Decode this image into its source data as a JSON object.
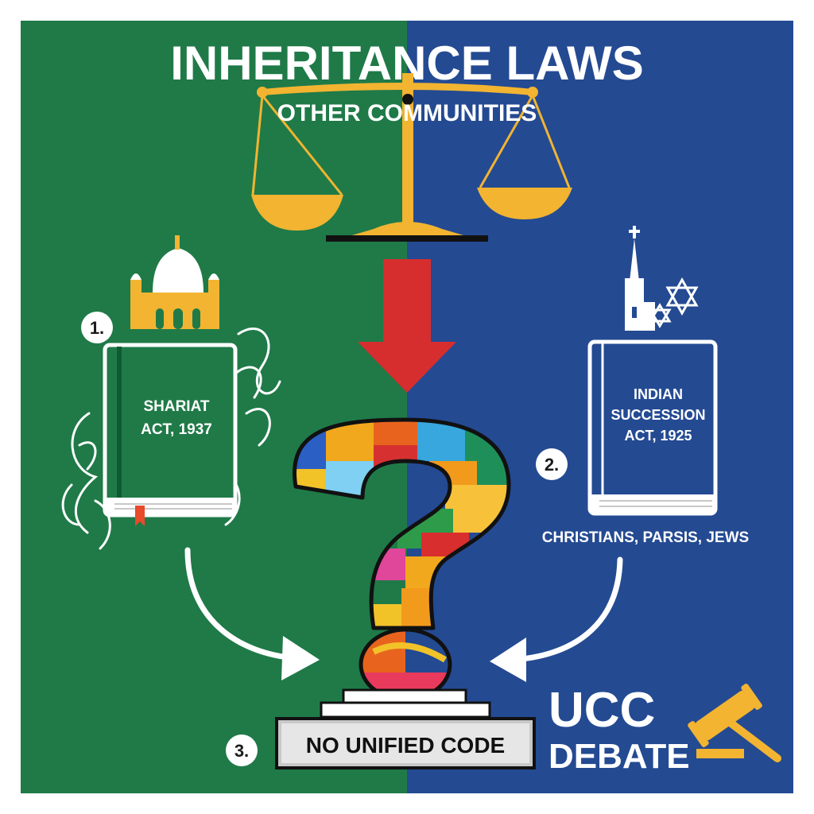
{
  "header": {
    "title": "INHERITANCE LAWS",
    "subtitle": "OTHER COMMUNITIES"
  },
  "left": {
    "number": "1.",
    "book_line1": "SHARIAT",
    "book_line2": "ACT, 1937",
    "icons": [
      "mosque-icon",
      "crescent-icon",
      "calligraphy-ornament"
    ]
  },
  "right": {
    "number": "2.",
    "book_line1": "INDIAN",
    "book_line2": "SUCCESSION",
    "book_line3": "ACT, 1925",
    "communities": "CHRISTIANS, PARSIS, JEWS",
    "icons": [
      "church-icon",
      "cross-icon",
      "star-of-david-icon"
    ]
  },
  "center": {
    "number": "3.",
    "plaque": "NO UNIFIED CODE",
    "icons": [
      "scales-of-justice-icon",
      "down-arrow-icon",
      "patchwork-question-mark-icon"
    ]
  },
  "badge": {
    "line1": "UCC",
    "line2": "DEBATE",
    "icon": "gavel-icon"
  },
  "colors": {
    "left_panel": "#1f7a48",
    "right_panel": "#244a92",
    "gold": "#f2b431",
    "arrow_red": "#d62e2e",
    "white": "#ffffff"
  }
}
